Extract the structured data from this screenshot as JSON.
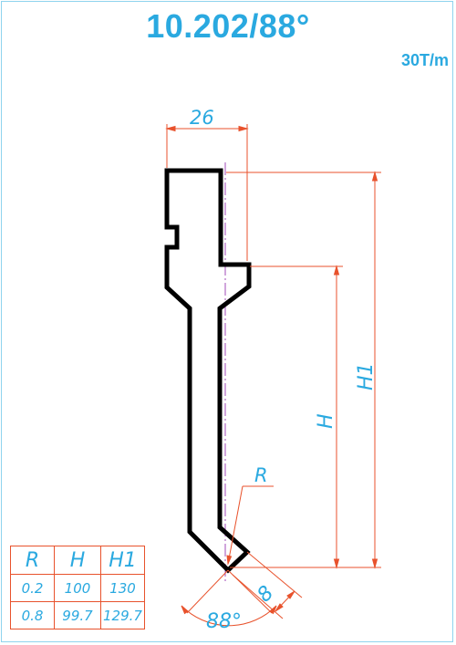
{
  "title": "10.202/88°",
  "capacity": "30T/m",
  "dimensions": {
    "width": "26",
    "height_h": "H",
    "height_h1": "H1",
    "radius": "R",
    "angle": "88°",
    "tip": "8"
  },
  "table": {
    "headers": [
      "R",
      "H",
      "H1"
    ],
    "rows": [
      [
        "0.2",
        "100",
        "130"
      ],
      [
        "0.8",
        "99.7",
        "129.7"
      ]
    ]
  }
}
